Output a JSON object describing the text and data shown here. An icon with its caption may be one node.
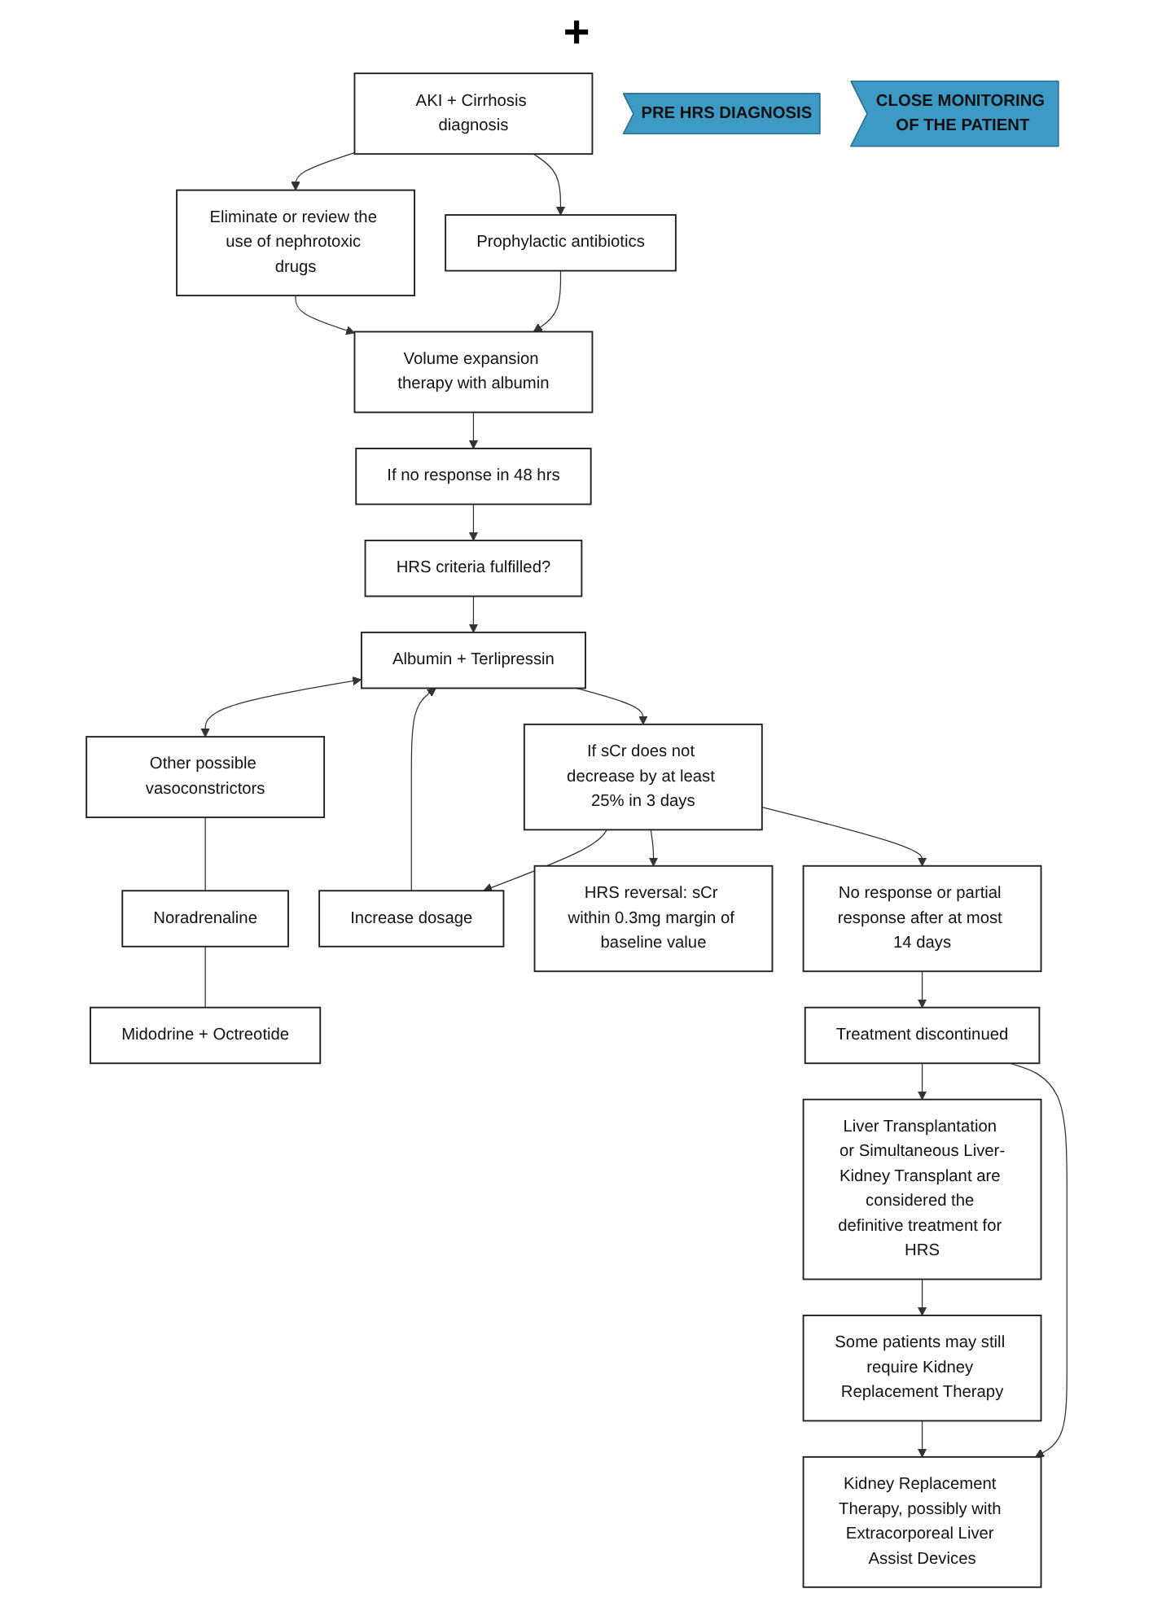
{
  "diagram": {
    "nodes": [
      {
        "text": [
          "AKI + Cirrhosis diagnosis"
        ]
      },
      {
        "text": [
          "Prophylactic antibiotics"
        ]
      },
      {
        "text": [
          "Eliminate or review the use of nephrotoxic drugs"
        ]
      },
      {
        "text": [
          "Volume expansion therapy with albumin"
        ]
      },
      {
        "text": [
          "If no response in 48 hrs"
        ]
      },
      {
        "text": [
          "HRS criteria fulfilled?"
        ]
      },
      {
        "text": [
          "Other possible vasoconstrictors"
        ]
      },
      {
        "text": [
          "Albumin + Terlipressin"
        ]
      },
      {
        "text": [
          "Noradrenaline"
        ]
      },
      {
        "text": [
          "Midodrine + Octreotide"
        ]
      },
      {
        "text": [
          "If sCr does not decrease by at least 25% in 3 days"
        ]
      },
      {
        "text": [
          "Increase dosage"
        ]
      },
      {
        "text": [
          "HRS reversal: sCr within 0.3mg margin of baseline value"
        ]
      },
      {
        "text": [
          "No response or partial response after at most 14 days"
        ]
      },
      {
        "text": [
          "Treatment discontinued"
        ]
      },
      {
        "text": [
          "Liver Transplantation or Simultaneous Liver-Kidney Transplant are considered the definitive treatment for HRS"
        ]
      },
      {
        "text": [
          "Kidney Replacement Therapy, possibly with Extracorporeal Liver Assist Devices"
        ]
      },
      {
        "text": [
          "Some patients may still require Kidney Replacement Therapy"
        ]
      },
      {
        "text": [
          "PRE HRS DIAGNOSIS"
        ]
      },
      {
        "text": [
          "CLOSE MONITORING OF THE PATIENT"
        ]
      }
    ],
    "edges": [
      {
        "from": 0,
        "to": 1,
        "arrow": "to"
      },
      {
        "from": 0,
        "to": 2,
        "arrow": "to"
      },
      {
        "from": 1,
        "to": 3,
        "arrow": "to"
      },
      {
        "from": 2,
        "to": 3,
        "arrow": "to"
      },
      {
        "from": 3,
        "to": 4,
        "arrow": "to"
      },
      {
        "from": 4,
        "to": 5,
        "arrow": "to"
      },
      {
        "from": 5,
        "to": 7,
        "arrow": "to"
      },
      {
        "from": 7,
        "to": 6,
        "arrow": "both"
      },
      {
        "from": 6,
        "to": 8,
        "arrow": "none"
      },
      {
        "from": 8,
        "to": 9,
        "arrow": "none"
      },
      {
        "from": 7,
        "to": 10,
        "arrow": "to"
      },
      {
        "from": 10,
        "to": 11,
        "arrow": "to"
      },
      {
        "from": 11,
        "to": 7,
        "arrow": "to"
      },
      {
        "from": 10,
        "to": 12,
        "arrow": "to"
      },
      {
        "from": 10,
        "to": 13,
        "arrow": "to"
      },
      {
        "from": 13,
        "to": 14,
        "arrow": "to"
      },
      {
        "from": 14,
        "to": 15,
        "arrow": "to"
      },
      {
        "from": 14,
        "to": 16,
        "arrow": "to"
      },
      {
        "from": 15,
        "to": 17,
        "arrow": "to"
      },
      {
        "from": 17,
        "to": 16,
        "arrow": "to"
      }
    ],
    "labels": [
      "+"
    ]
  }
}
